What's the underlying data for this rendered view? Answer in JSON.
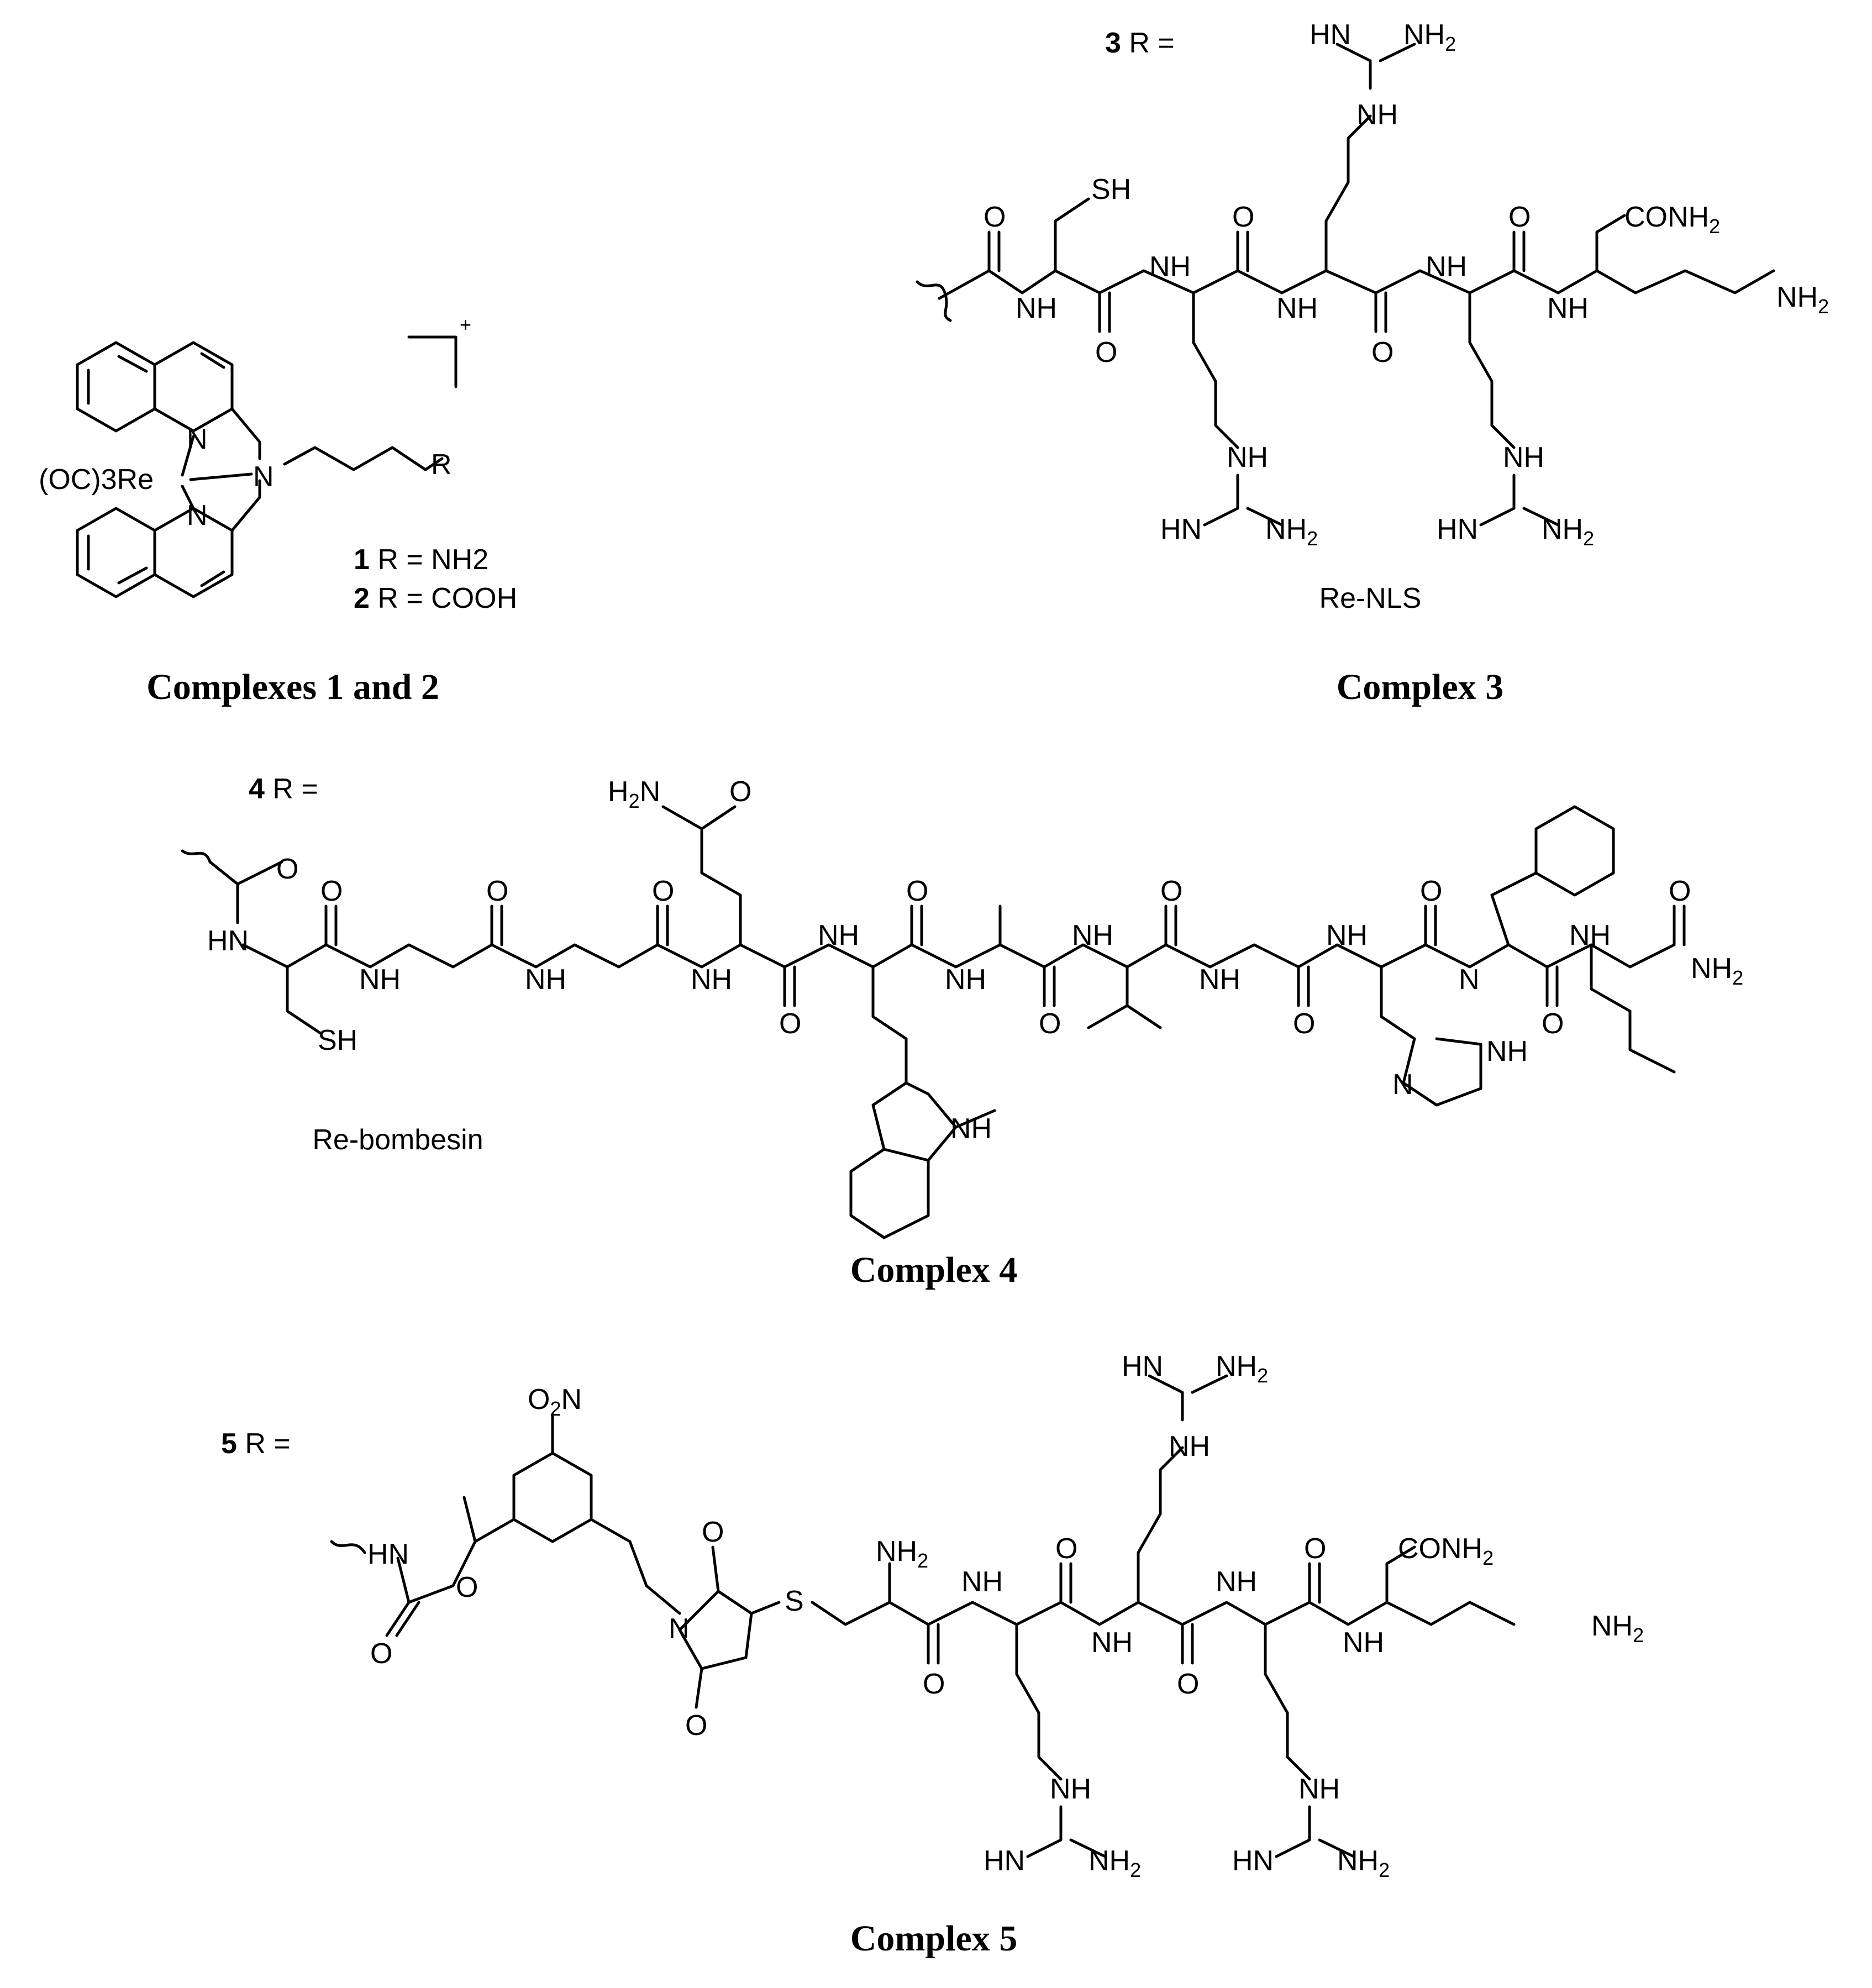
{
  "captions": {
    "c12": "Complexes 1 and 2",
    "c3": "Complex 3",
    "c4": "Complex 4",
    "c5": "Complex 5"
  },
  "names": {
    "c3": "Re-NLS",
    "c4": "Re-bombesin"
  },
  "complex12": {
    "charge": "+",
    "re_label": "(OC)3Re",
    "r1_num": "1",
    "r1_rest": " R = NH2",
    "r2_num": "2",
    "r2_rest": " R = COOH"
  },
  "r_defs": {
    "c3": {
      "num": "3",
      "rest": " R ="
    },
    "c4": {
      "num": "4",
      "rest": " R ="
    },
    "c5": {
      "num": "5",
      "rest": " R ="
    }
  },
  "atoms": {
    "N": "N",
    "O": "O",
    "S": "S",
    "R": "R",
    "NH": "NH",
    "HN": "HN",
    "H": "H",
    "SH": "SH",
    "NH2": "NH",
    "H2N": "H",
    "CONH2": "CONH",
    "O2N": "O",
    "sub2": "2"
  }
}
